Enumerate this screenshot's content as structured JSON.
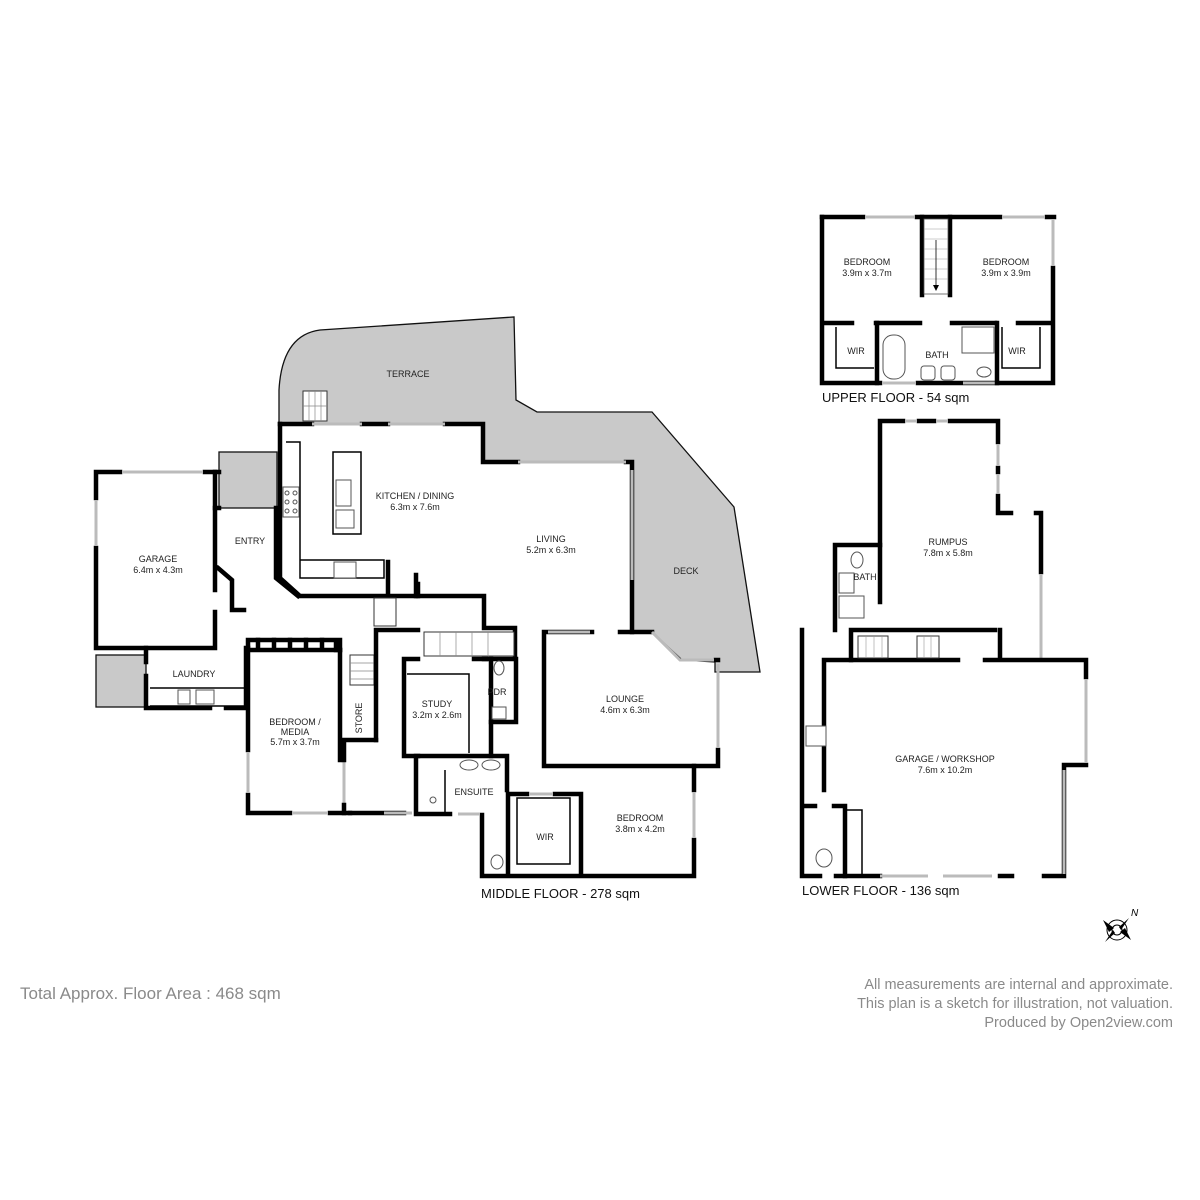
{
  "plan": {
    "total_area": "Total Approx. Floor Area : 468 sqm",
    "disclaimer": [
      "All measurements are internal and approximate.",
      "This plan is a sketch for illustration, not valuation.",
      "Produced by Open2view.com"
    ],
    "compass": {
      "label": "N",
      "icon": "compass-icon"
    }
  },
  "floors": {
    "upper": {
      "title": "UPPER FLOOR - 54 sqm",
      "rooms": [
        {
          "name": "BEDROOM",
          "size": "3.9m x 3.7m"
        },
        {
          "name": "BEDROOM",
          "size": "3.9m x 3.9m"
        },
        {
          "name": "WIR",
          "size": ""
        },
        {
          "name": "BATH",
          "size": ""
        },
        {
          "name": "WIR",
          "size": ""
        }
      ]
    },
    "middle": {
      "title": "MIDDLE FLOOR - 278 sqm",
      "rooms": [
        {
          "name": "TERRACE",
          "size": ""
        },
        {
          "name": "KITCHEN / DINING",
          "size": "6.3m x 7.6m"
        },
        {
          "name": "LIVING",
          "size": "5.2m x 6.3m"
        },
        {
          "name": "DECK",
          "size": ""
        },
        {
          "name": "GARAGE",
          "size": "6.4m x 4.3m"
        },
        {
          "name": "ENTRY",
          "size": ""
        },
        {
          "name": "LAUNDRY",
          "size": ""
        },
        {
          "name": "BEDROOM /",
          "size": "MEDIA"
        },
        {
          "name": "5.7m x 3.7m",
          "size": ""
        },
        {
          "name": "STORE",
          "size": ""
        },
        {
          "name": "STUDY",
          "size": "3.2m x 2.6m"
        },
        {
          "name": "PDR",
          "size": ""
        },
        {
          "name": "LOUNGE",
          "size": "4.6m x 6.3m"
        },
        {
          "name": "ENSUITE",
          "size": ""
        },
        {
          "name": "WIR",
          "size": ""
        },
        {
          "name": "BEDROOM",
          "size": "3.8m x 4.2m"
        }
      ]
    },
    "lower": {
      "title": "LOWER FLOOR - 136 sqm",
      "rooms": [
        {
          "name": "RUMPUS",
          "size": "7.8m x 5.8m"
        },
        {
          "name": "BATH",
          "size": ""
        },
        {
          "name": "GARAGE / WORKSHOP",
          "size": "7.6m x 10.2m"
        }
      ]
    }
  },
  "colors": {
    "wall": "#000000",
    "outdoor": "#c9c9c9",
    "window": "#bbbbbb",
    "note_text": "#8a8a8a"
  }
}
